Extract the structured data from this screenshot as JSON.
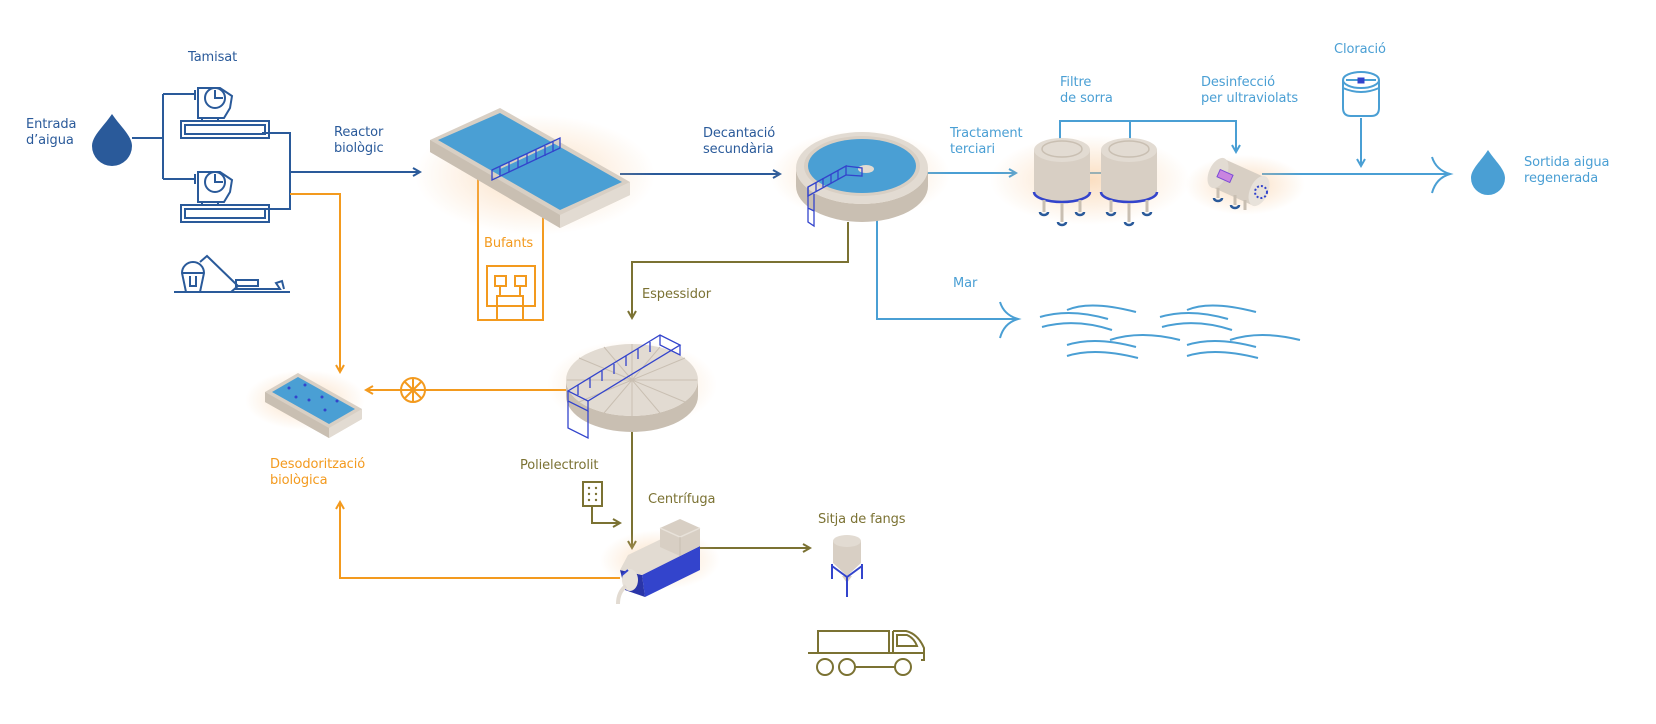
{
  "title": "Procés de depuració i regeneració d'aigua",
  "colors": {
    "primary_flow": "#2a5a9a",
    "tertiary_flow": "#4a9fd4",
    "air_flow": "#f39a1e",
    "sludge_flow": "#7b7233",
    "equipment_beige": "#d8cfc4",
    "equipment_accent": "#3344cc",
    "water": "#4a9fd4"
  },
  "labels": {
    "water_inlet": "Entrada\nd’aigua",
    "screening": "Tamisat",
    "biological_reactor": "Reactor\nbiològic",
    "blowers": "Bufants",
    "secondary_settling": "Decantació\nsecundària",
    "tertiary_treatment": "Tractament\nterciari",
    "sand_filter": "Filtre\nde sorra",
    "uv_disinfection": "Desinfecció\nper ultraviolats",
    "chlorination": "Cloració",
    "regenerated_outlet": "Sortida aigua\nregenerada",
    "sea": "Mar",
    "thickener": "Espessidor",
    "biological_deodorization": "Desodorització\nbiològica",
    "polyelectrolyte": "Polielectrolit",
    "centrifuge": "Centrífuga",
    "sludge_silo": "Sitja de fangs"
  },
  "icons": [
    "water-drop-inlet-icon",
    "screening-drum-icon",
    "grit-conveyor-icon",
    "biological-reactor-tank-icon",
    "blower-icon",
    "clarifier-icon",
    "sand-filter-icon",
    "uv-reactor-icon",
    "chlorination-tank-icon",
    "water-drop-outlet-icon",
    "sea-waves-icon",
    "thickener-icon",
    "fan-icon",
    "deodorization-bed-icon",
    "polyelectrolyte-dosing-icon",
    "centrifuge-icon",
    "silo-icon",
    "truck-icon"
  ]
}
